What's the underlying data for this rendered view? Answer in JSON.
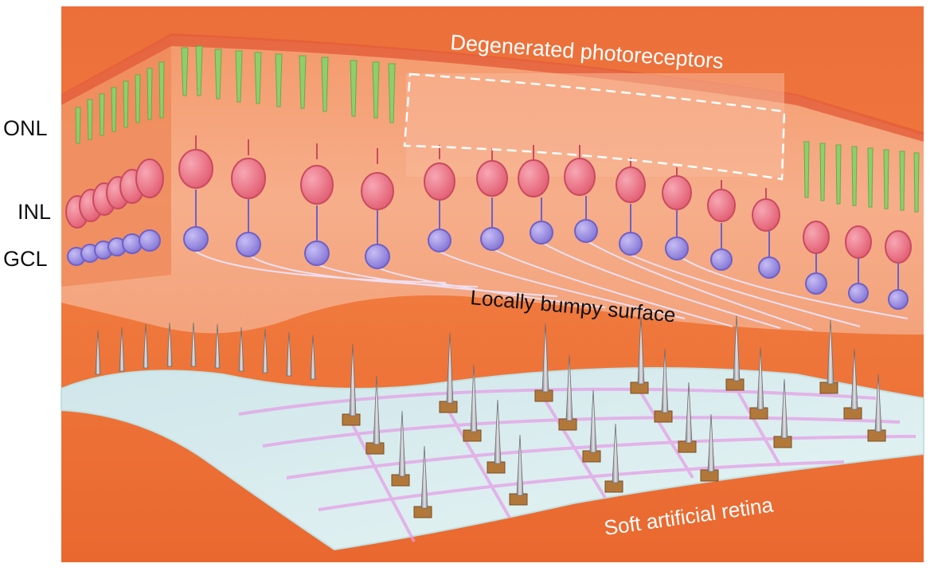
{
  "labels": {
    "onl": "ONL",
    "inl": "INL",
    "gcl": "GCL",
    "degenerated": "Degenerated photoreceptors",
    "bumpy": "Locally bumpy surface",
    "artificial": "Soft artificial retina"
  },
  "colors": {
    "background": "#f07a3e",
    "tissue": "#f6a27a",
    "photoreceptor": "#8fcf6a",
    "bipolar_cell": "#ea6f82",
    "ganglion_cell": "#9a8ee0",
    "substrate": "#d8ecee",
    "electrode_pad": "#b2783a",
    "pin": "#a5a5aa"
  },
  "icons": {
    "photoreceptor": "photoreceptor-cell-icon",
    "bipolar": "bipolar-cell-icon",
    "ganglion": "ganglion-cell-icon",
    "electrode": "micro-needle-electrode-icon"
  }
}
